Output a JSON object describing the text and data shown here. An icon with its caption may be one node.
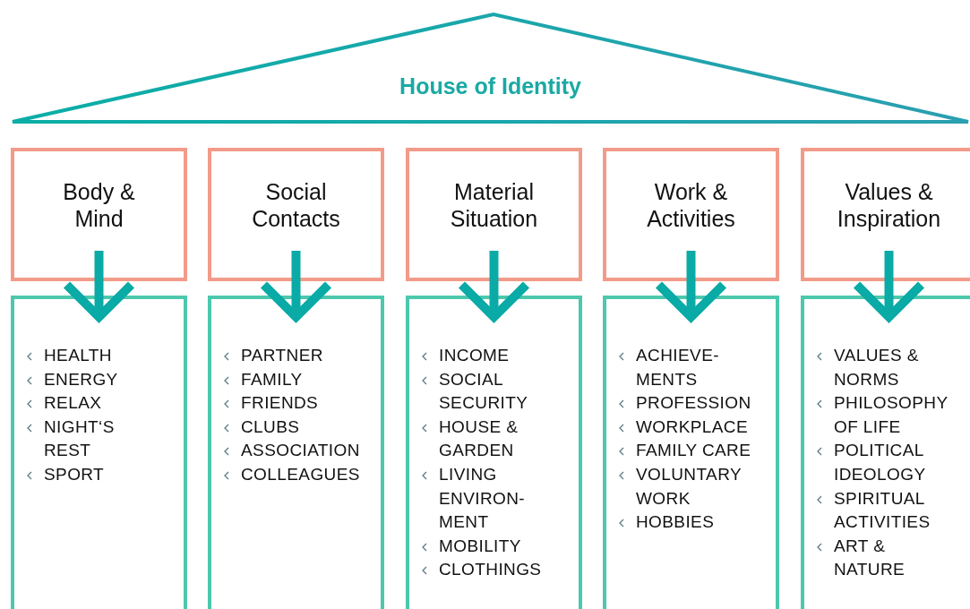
{
  "diagram": {
    "nodes": [
      {
        "text": [
          "House of Identity"
        ]
      },
      {
        "text": [
          "Body & Mind"
        ]
      },
      {
        "text": [
          "Social Contacts"
        ]
      },
      {
        "text": [
          "Material Situation"
        ]
      },
      {
        "text": [
          "Work & Activities"
        ]
      },
      {
        "text": [
          "Values & Inspiration"
        ]
      },
      {
        "text": [
          "HEALTH",
          "ENERGY",
          "RELAX",
          "NIGHT‘S REST",
          "SPORT"
        ]
      },
      {
        "text": [
          "PARTNER",
          "FAMILY",
          "FRIENDS",
          "CLUBS",
          "ASSOCIATION",
          "COLLEAGUES"
        ]
      },
      {
        "text": [
          "INCOME",
          "SOCIAL SECURITY",
          "HOUSE & GARDEN",
          "LIVING ENVIRON- MENT",
          "MOBILITY",
          "CLOTHINGS"
        ]
      },
      {
        "text": [
          "ACHIEVE- MENTS",
          "PROFESSION",
          "WORKPLACE",
          "FAMILY CARE",
          "VOLUNTARY WORK",
          "HOBBIES"
        ]
      },
      {
        "text": [
          "VALUES & NORMS",
          "PHILOSOPHY OF LIFE",
          "POLITICAL IDEOLOGY",
          "SPIRITUAL ACTIVITIES",
          "ART & NATURE"
        ]
      }
    ],
    "edges": [
      {
        "from": 1,
        "to": 6,
        "arrow": "to"
      },
      {
        "from": 2,
        "to": 7,
        "arrow": "to"
      },
      {
        "from": 3,
        "to": 8,
        "arrow": "to"
      },
      {
        "from": 4,
        "to": 9,
        "arrow": "to"
      },
      {
        "from": 5,
        "to": 10,
        "arrow": "to"
      }
    ]
  }
}
